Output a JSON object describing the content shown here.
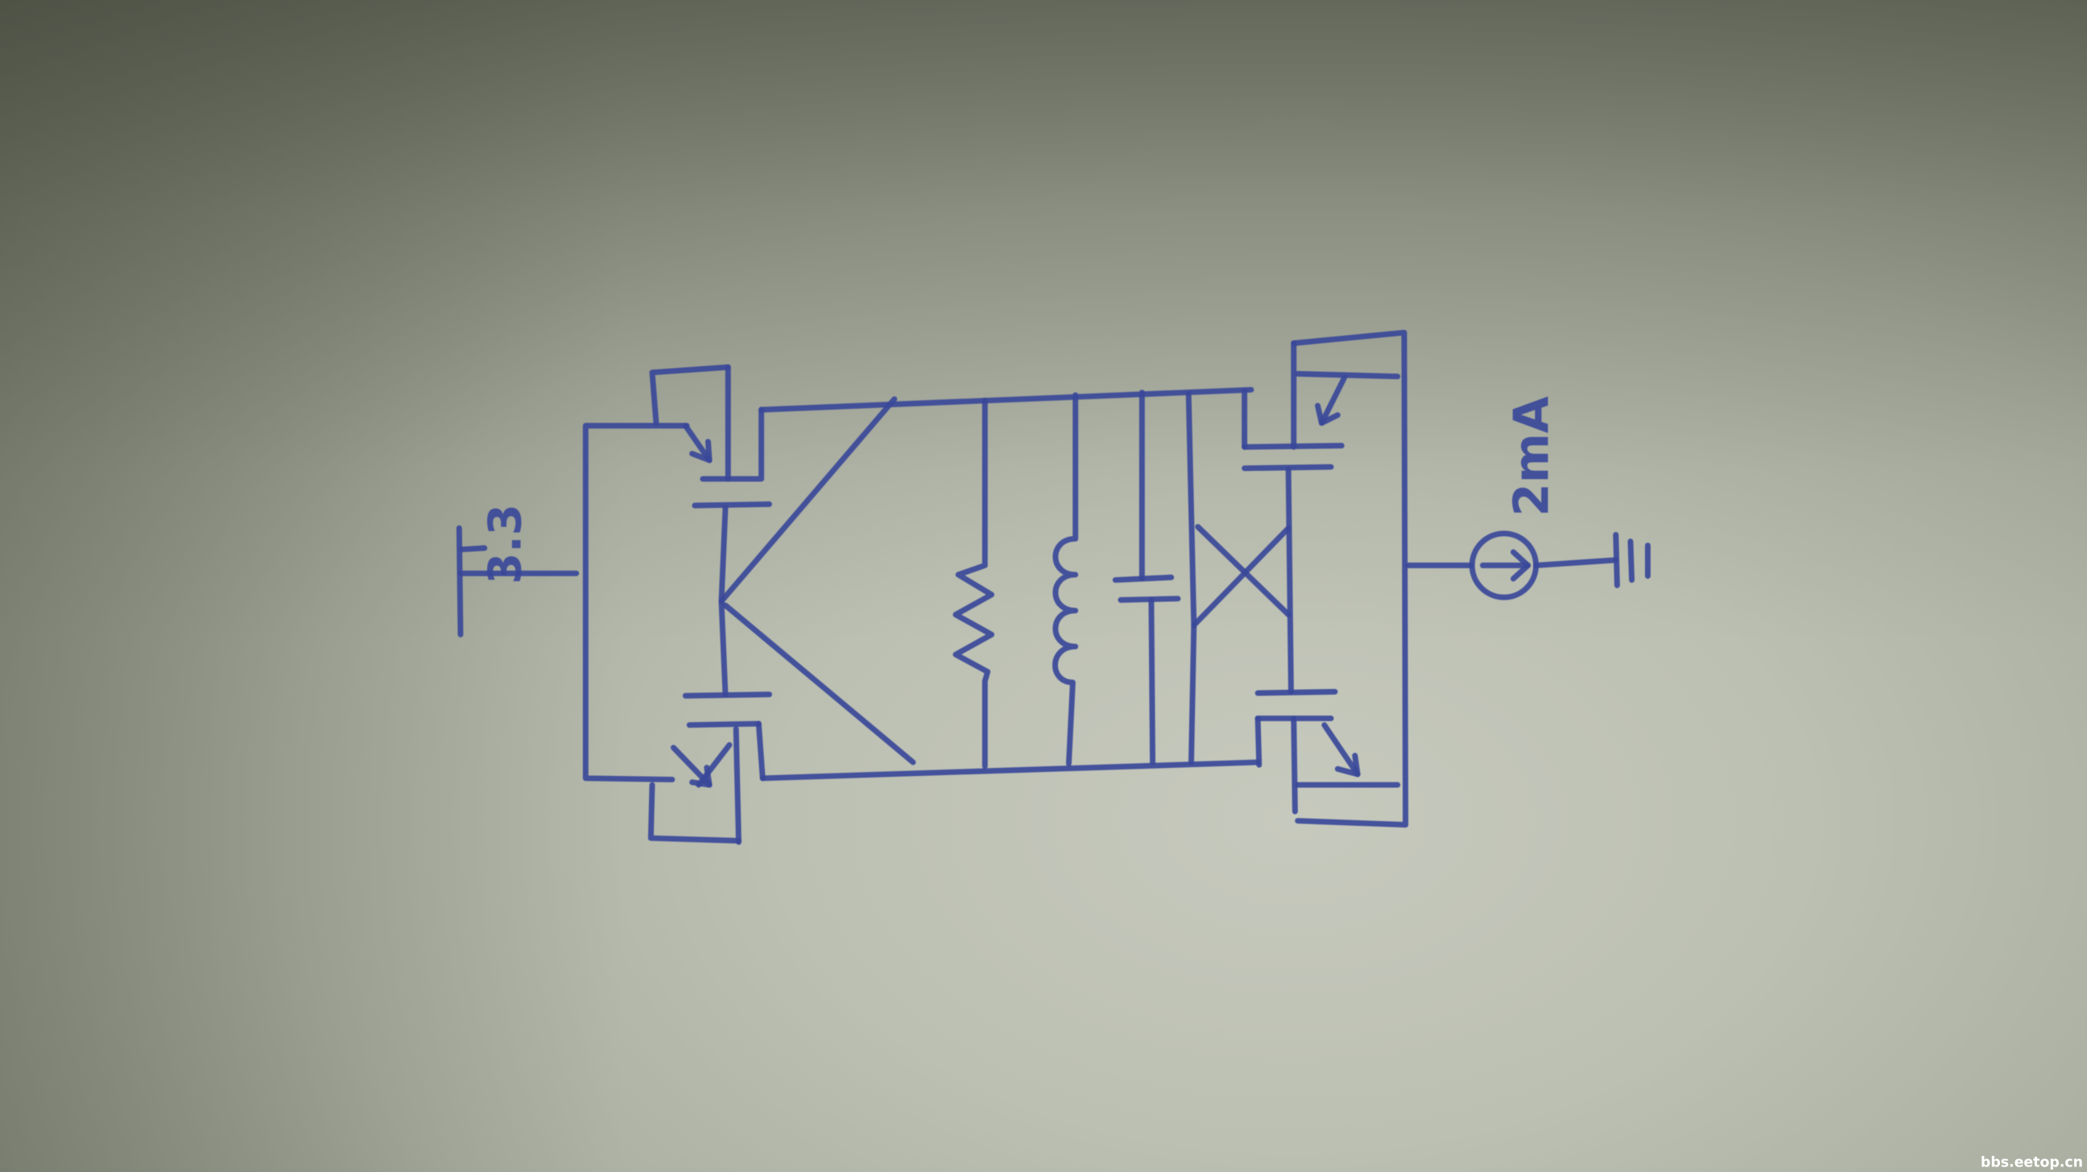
{
  "diagram": {
    "supply_label": "3.3",
    "current_label": "2mA",
    "watermark": "bbs.eetop.cn"
  },
  "colors": {
    "ink": "#3a4899",
    "paper": "#b9bcae",
    "watermark": "#ffffff"
  }
}
